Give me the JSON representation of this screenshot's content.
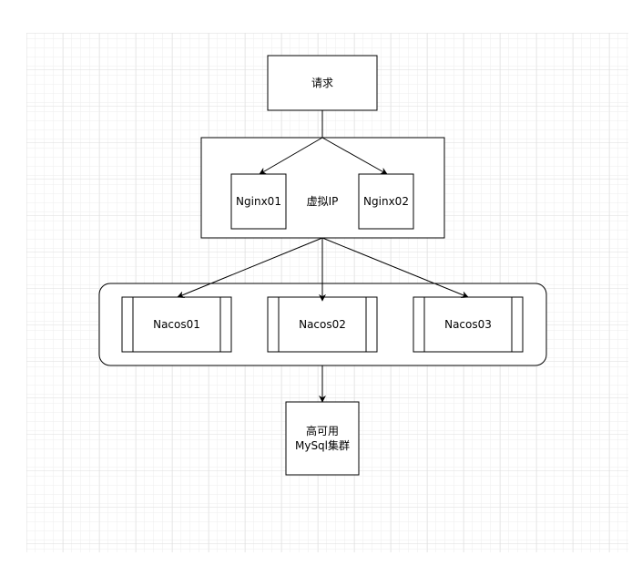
{
  "nodes": {
    "request": {
      "label": "请求"
    },
    "vip": {
      "label": "虚拟IP"
    },
    "nginx01": {
      "label": "Nginx01"
    },
    "nginx02": {
      "label": "Nginx02"
    },
    "nacos01": {
      "label": "Nacos01"
    },
    "nacos02": {
      "label": "Nacos02"
    },
    "nacos03": {
      "label": "Nacos03"
    },
    "mysql": {
      "line1": "高可用",
      "line2": "MySql集群"
    }
  },
  "colors": {
    "stroke": "#000000",
    "fill": "#ffffff",
    "grid_minor": "#eeeeee",
    "grid_major": "#dddddd"
  }
}
